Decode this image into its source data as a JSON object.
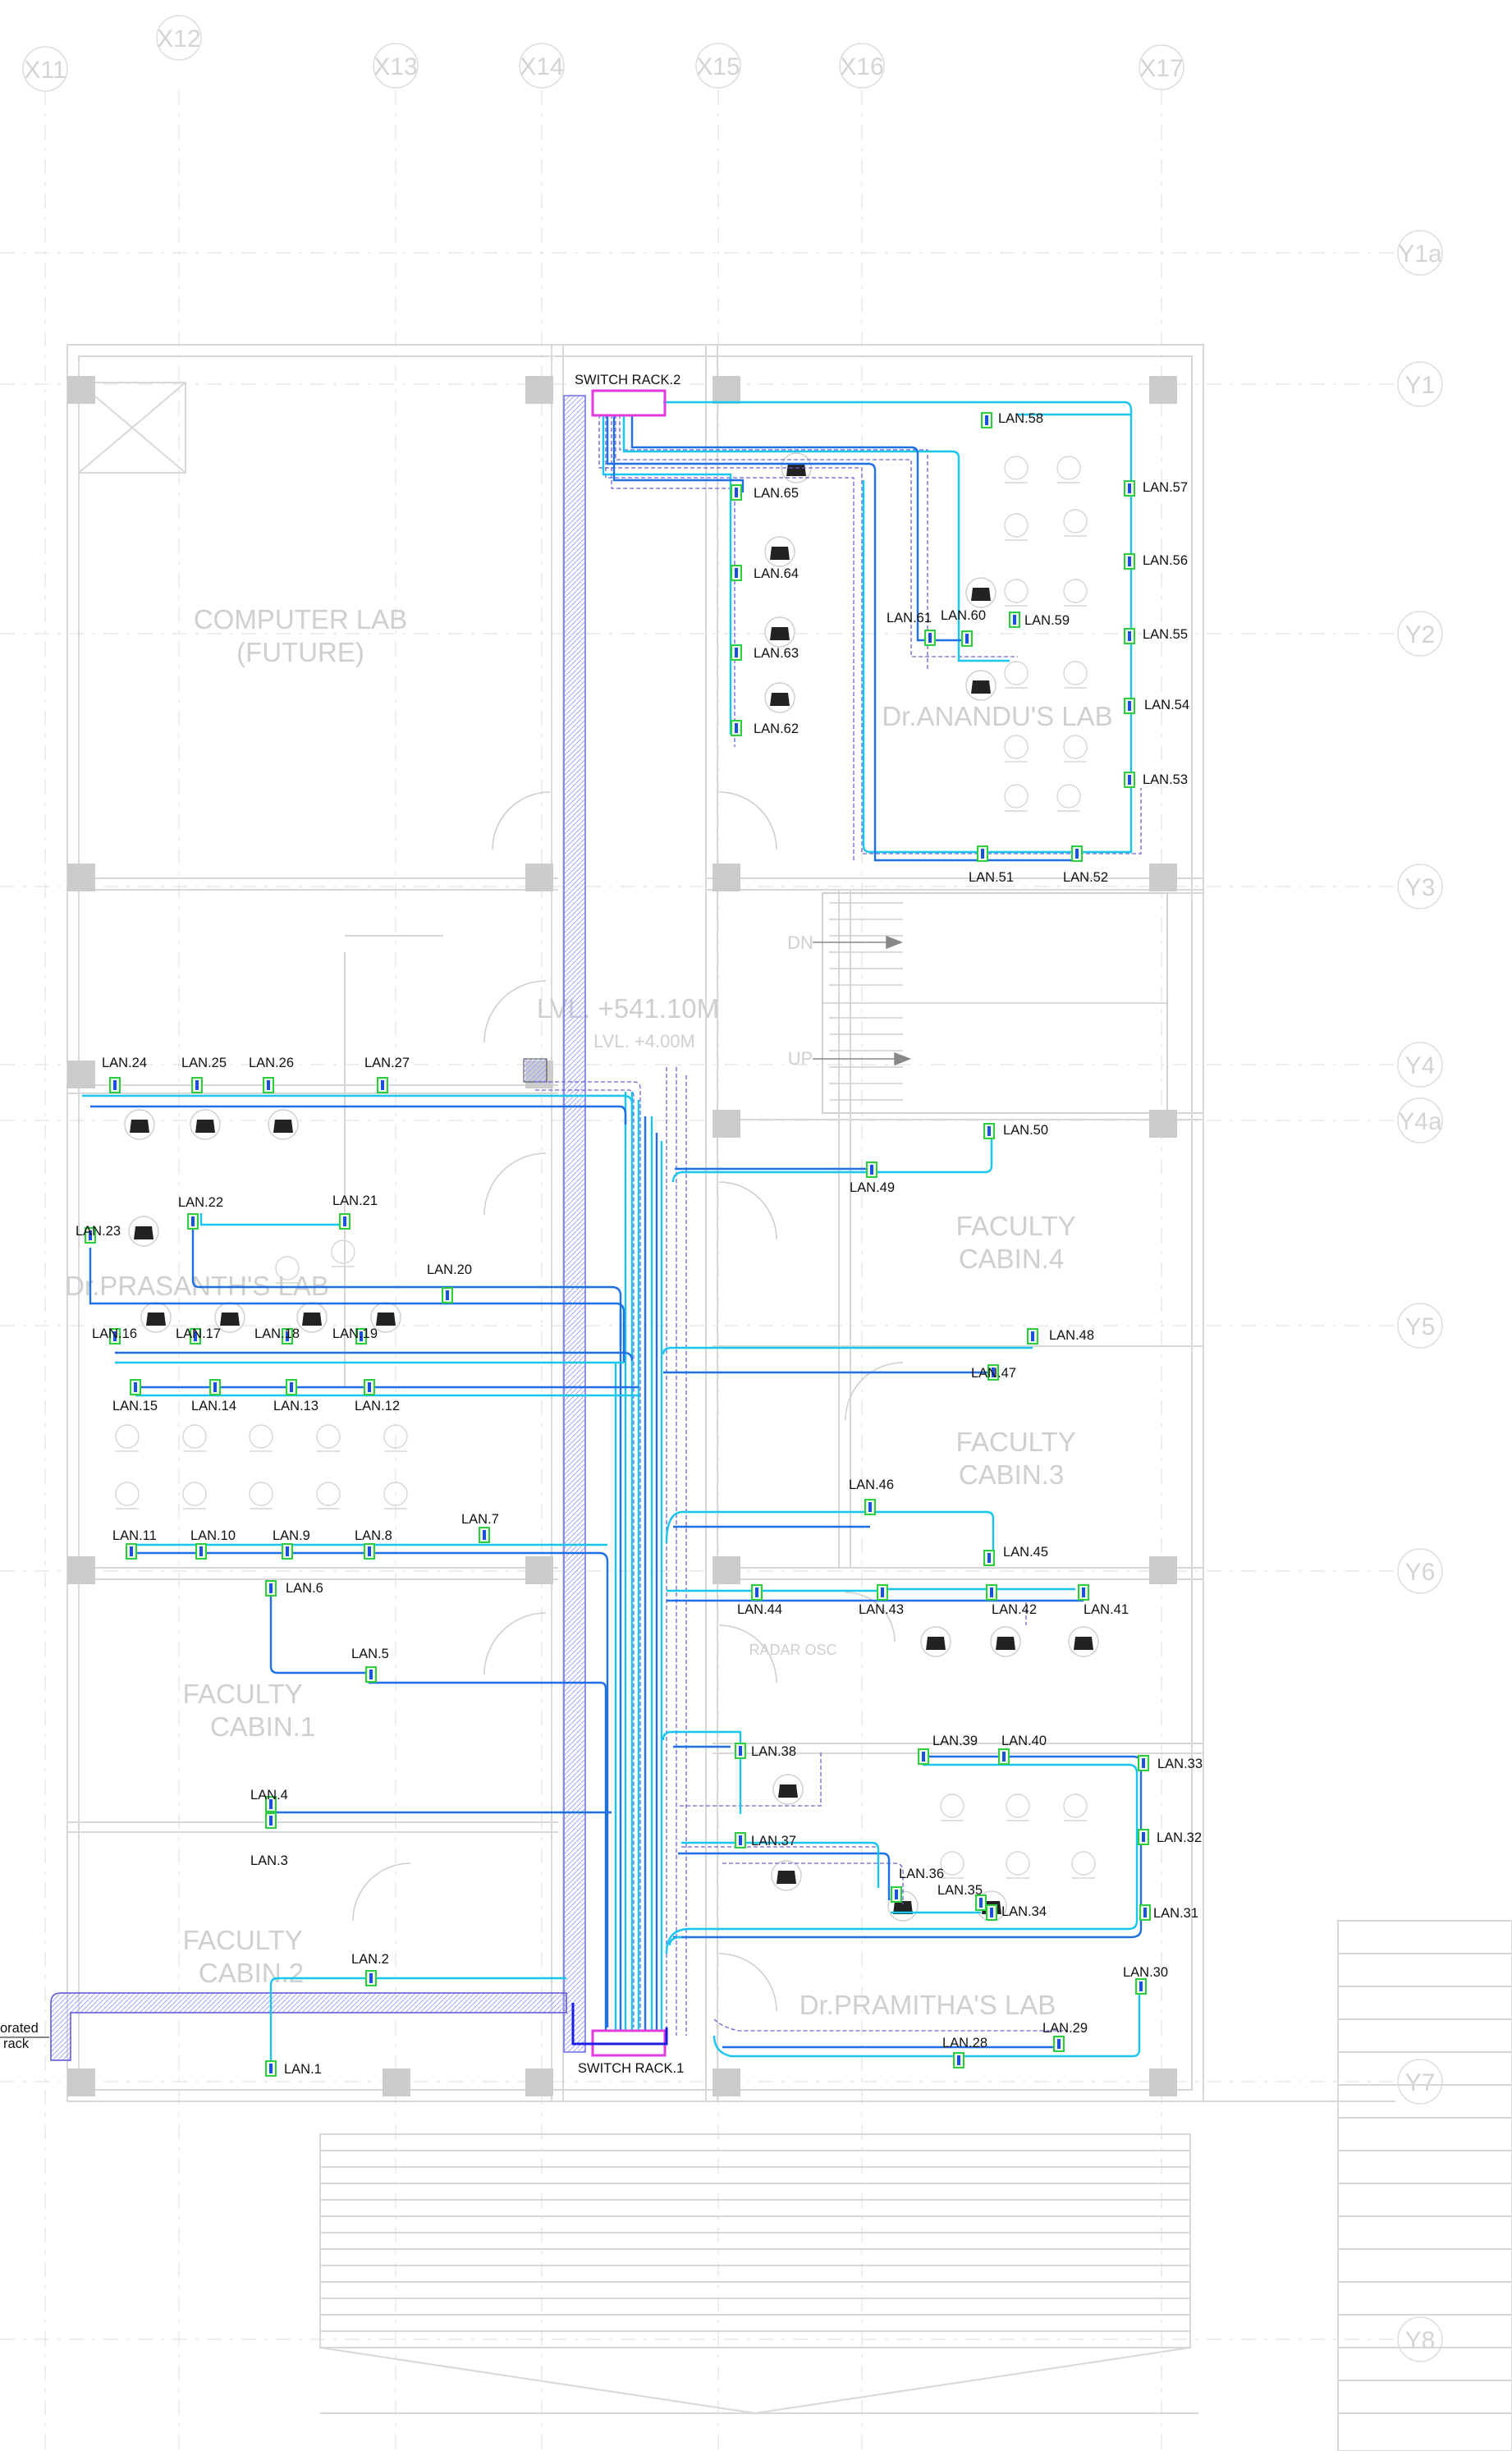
{
  "grid": {
    "columns": [
      "X11",
      "X12",
      "X13",
      "X14",
      "X15",
      "X16",
      "X17"
    ],
    "rows": [
      "Y1a",
      "Y1",
      "Y2",
      "Y3",
      "Y4",
      "Y4a",
      "Y5",
      "Y6",
      "Y7",
      "Y8"
    ]
  },
  "rooms": {
    "computer_lab": "COMPUTER LAB",
    "computer_lab_sub": "(FUTURE)",
    "prasanth_lab": "Dr.PRASANTH'S LAB",
    "anand_lab": "Dr.ANANDU'S LAB",
    "pramitha_lab": "Dr.PRAMITHA'S LAB",
    "faculty_cabin_1": "FACULTY CABIN.1",
    "faculty_cabin_2": "FACULTY CABIN.2",
    "faculty_cabin_3": "FACULTY CABIN.3",
    "faculty_cabin_4": "FACULTY CABIN.4",
    "radar_osc": "RADAR OSC"
  },
  "levels": {
    "level_1": "LVL. +541.10M",
    "level_2": "LVL. +4.00M"
  },
  "stairs": {
    "down": "DN",
    "up": "UP"
  },
  "racks": {
    "rack_1": "SWITCH RACK.1",
    "rack_2": "SWITCH RACK.2"
  },
  "perforated_tray_label_1": "orated",
  "perforated_tray_label_2": "rack",
  "lan_points": [
    "LAN.1",
    "LAN.2",
    "LAN.3",
    "LAN.4",
    "LAN.5",
    "LAN.6",
    "LAN.7",
    "LAN.8",
    "LAN.9",
    "LAN.10",
    "LAN.11",
    "LAN.12",
    "LAN.13",
    "LAN.14",
    "LAN.15",
    "LAN.16",
    "LAN.17",
    "LAN.18",
    "LAN.19",
    "LAN.20",
    "LAN.21",
    "LAN.22",
    "LAN.23",
    "LAN.24",
    "LAN.25",
    "LAN.26",
    "LAN.27",
    "LAN.28",
    "LAN.29",
    "LAN.30",
    "LAN.31",
    "LAN.32",
    "LAN.33",
    "LAN.34",
    "LAN.35",
    "LAN.36",
    "LAN.37",
    "LAN.38",
    "LAN.39",
    "LAN.40",
    "LAN.41",
    "LAN.42",
    "LAN.43",
    "LAN.44",
    "LAN.45",
    "LAN.46",
    "LAN.47",
    "LAN.48",
    "LAN.49",
    "LAN.50",
    "LAN.51",
    "LAN.52",
    "LAN.53",
    "LAN.54",
    "LAN.55",
    "LAN.56",
    "LAN.57",
    "LAN.58",
    "LAN.59",
    "LAN.60",
    "LAN.61",
    "LAN.62",
    "LAN.63",
    "LAN.64",
    "LAN.65"
  ],
  "colors": {
    "cable_primary": "#18c6f0",
    "cable_secondary": "#1f6fe6",
    "tray_dashed": "#5b52d6",
    "rack_outline": "#e23be0",
    "outlet_box": "#2ecc40",
    "wall": "#d8d8d8",
    "column": "#c9c9c9"
  }
}
